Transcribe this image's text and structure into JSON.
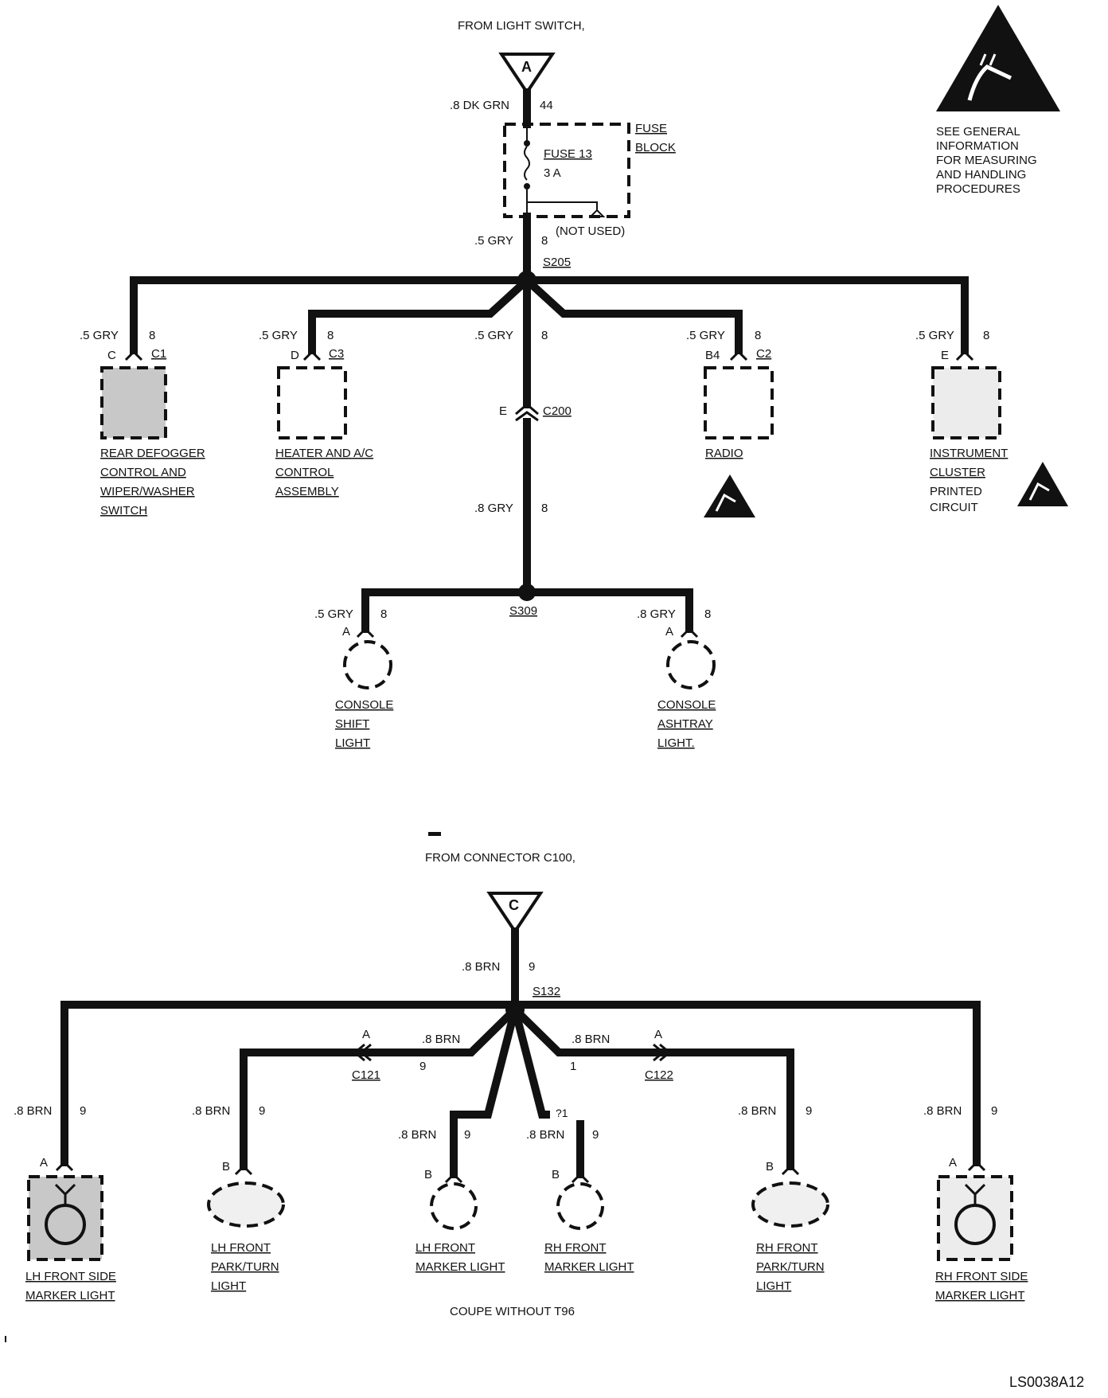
{
  "colors": {
    "ink": "#111111",
    "background": "#ffffff",
    "shade": "#c8c8c8"
  },
  "top_circuit": {
    "source_caption": "FROM LIGHT SWITCH,",
    "source_terminal": "A",
    "feed_wire": {
      "color": ".8 DK GRN",
      "circuit": "44"
    },
    "fuse_block": {
      "title_line1": "FUSE",
      "title_line2": "BLOCK",
      "fuse_name": "FUSE 13",
      "fuse_rating": "3 A",
      "not_used": "(NOT USED)"
    },
    "out_wire": {
      "color": ".5 GRY",
      "circuit": "8"
    },
    "splice": "S205",
    "branches": [
      {
        "wire": ".5 GRY",
        "circuit": "8",
        "pin": "C",
        "connector": "C1",
        "component": [
          "REAR DEFOGGER",
          "CONTROL AND",
          "WIPER/WASHER",
          "SWITCH"
        ]
      },
      {
        "wire": ".5 GRY",
        "circuit": "8",
        "pin": "D",
        "connector": "C3",
        "component": [
          "HEATER AND A/C",
          "CONTROL",
          "ASSEMBLY"
        ]
      },
      {
        "wire": ".5 GRY",
        "circuit": "8",
        "pin": "B4",
        "connector": "C2",
        "component": [
          "RADIO"
        ]
      },
      {
        "wire": ".5 GRY",
        "circuit": "8",
        "pin": "E",
        "connector": "",
        "component": [
          "INSTRUMENT",
          "CLUSTER"
        ],
        "note": [
          "PRINTED",
          "CIRCUIT"
        ]
      }
    ],
    "center_branch": {
      "wire": ".5 GRY",
      "circuit": "8",
      "inline_pin": "E",
      "inline_connector": "C200",
      "wire2": ".8 GRY",
      "circuit2": "8"
    },
    "splice2": "S309",
    "lamps": [
      {
        "wire": ".5 GRY",
        "circuit": "8",
        "pin": "A",
        "name": [
          "CONSOLE",
          "SHIFT",
          "LIGHT"
        ]
      },
      {
        "wire": ".8 GRY",
        "circuit": "8",
        "pin": "A",
        "name": [
          "CONSOLE",
          "ASHTRAY",
          "LIGHT."
        ]
      }
    ],
    "esd_note": [
      "SEE GENERAL",
      "INFORMATION",
      "FOR MEASURING",
      "AND HANDLING",
      "PROCEDURES"
    ]
  },
  "bottom_circuit": {
    "source_caption": "FROM CONNECTOR C100,",
    "source_terminal": "C",
    "feed_wire": {
      "color": ".8 BRN",
      "circuit": "9"
    },
    "splice": "S132",
    "c121": {
      "pin": "A",
      "name": "C121",
      "wire": ".8 BRN",
      "circuit": "9"
    },
    "c122": {
      "pin": "A",
      "name": "C122",
      "wire": ".8 BRN",
      "circuit": "1"
    },
    "lamps": [
      {
        "wire": ".8 BRN",
        "circuit": "9",
        "pin": "A",
        "name": [
          "LH FRONT SIDE",
          "MARKER LIGHT"
        ]
      },
      {
        "wire": ".8 BRN",
        "circuit": "9",
        "pin": "B",
        "name": [
          "LH FRONT",
          "PARK/TURN",
          "LIGHT"
        ]
      },
      {
        "wire": ".8 BRN",
        "circuit": "9",
        "pin": "B",
        "name": [
          "LH FRONT",
          "MARKER LIGHT"
        ]
      },
      {
        "wire": ".8 BRN",
        "circuit": "9",
        "pin": "B",
        "name": [
          "RH FRONT",
          "MARKER LIGHT"
        ]
      },
      {
        "wire": ".8 BRN",
        "circuit": "9",
        "pin": "B",
        "name": [
          "RH FRONT",
          "PARK/TURN",
          "LIGHT"
        ]
      },
      {
        "wire": ".8 BRN",
        "circuit": "9",
        "pin": "A",
        "name": [
          "RH FRONT SIDE",
          "MARKER LIGHT"
        ]
      }
    ],
    "rh_marker_wire_stub": "?1",
    "footnote": "COUPE WITHOUT T96"
  },
  "figure_id": "LS0038A12"
}
